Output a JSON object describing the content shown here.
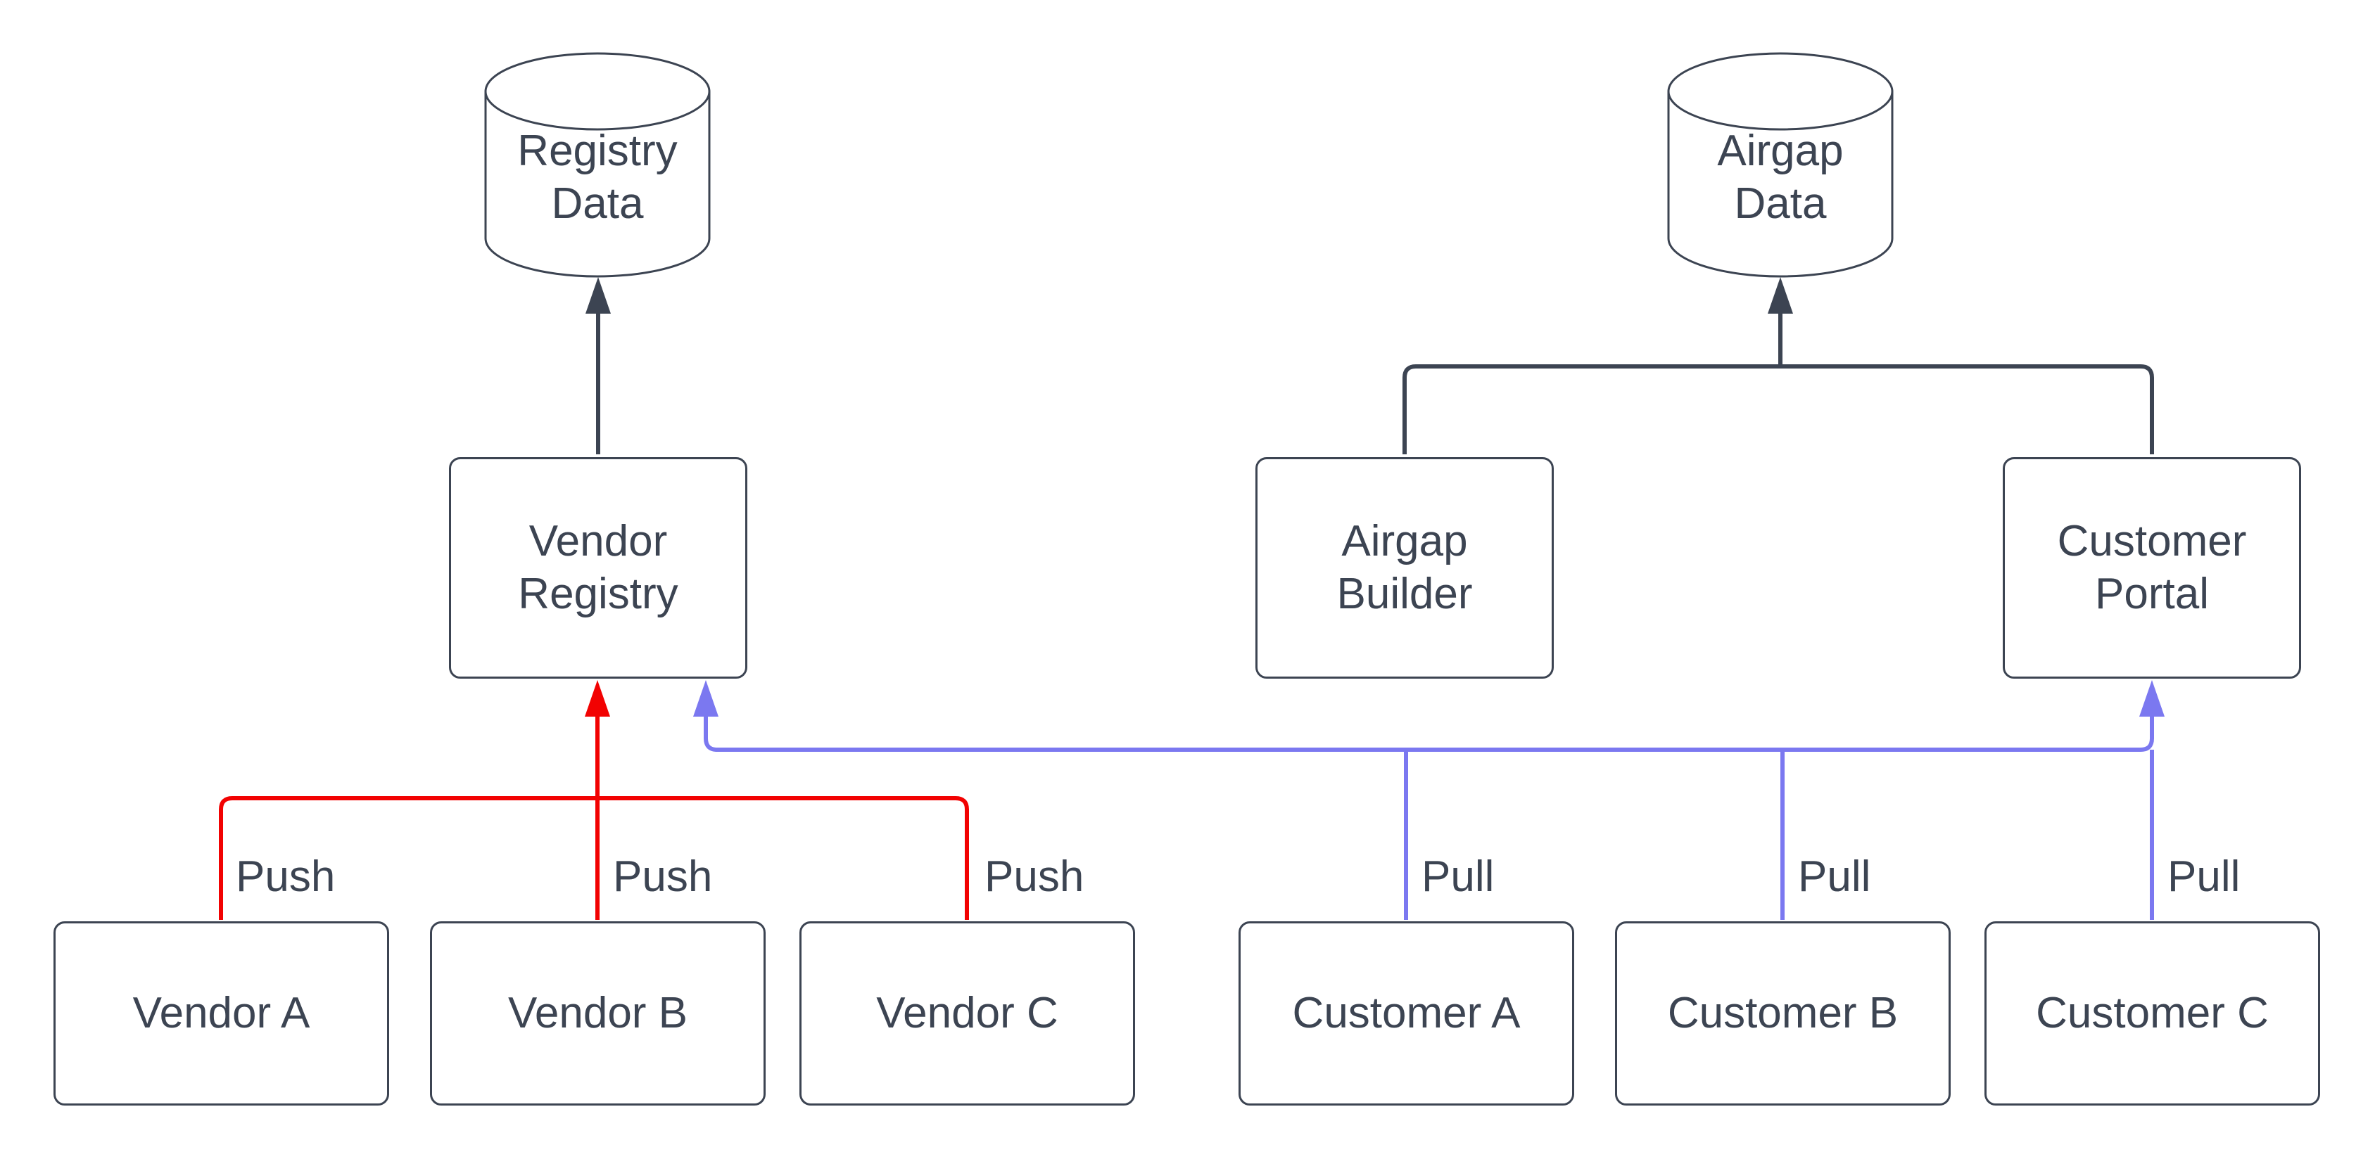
{
  "diagram": {
    "background_color": "#ffffff",
    "colors": {
      "node_stroke": "#3c4452",
      "text": "#3c4452",
      "push_edge": "#f20202",
      "pull_edge": "#7b78f0",
      "data_edge": "#3c4452"
    },
    "datastores": [
      {
        "id": "registry-data",
        "shape": "cylinder",
        "label": "Registry\nData"
      },
      {
        "id": "airgap-data",
        "shape": "cylinder",
        "label": "Airgap\nData"
      }
    ],
    "services": [
      {
        "id": "vendor-registry",
        "label": "Vendor\nRegistry"
      },
      {
        "id": "airgap-builder",
        "label": "Airgap\nBuilder"
      },
      {
        "id": "customer-portal",
        "label": "Customer\nPortal"
      }
    ],
    "actors": [
      {
        "id": "vendor-a",
        "label": "Vendor A"
      },
      {
        "id": "vendor-b",
        "label": "Vendor B"
      },
      {
        "id": "vendor-c",
        "label": "Vendor C"
      },
      {
        "id": "customer-a",
        "label": "Customer A"
      },
      {
        "id": "customer-b",
        "label": "Customer B"
      },
      {
        "id": "customer-c",
        "label": "Customer C"
      }
    ],
    "edge_labels": [
      {
        "id": "push-vendor-a",
        "text": "Push"
      },
      {
        "id": "push-vendor-b",
        "text": "Push"
      },
      {
        "id": "push-vendor-c",
        "text": "Push"
      },
      {
        "id": "pull-customer-a",
        "text": "Pull"
      },
      {
        "id": "pull-customer-b",
        "text": "Pull"
      },
      {
        "id": "pull-customer-c",
        "text": "Pull"
      }
    ],
    "edges": [
      {
        "from": "vendor-registry",
        "to": "registry-data",
        "color": "#3c4452"
      },
      {
        "from": "airgap-builder",
        "to": "airgap-data",
        "color": "#3c4452"
      },
      {
        "from": "customer-portal",
        "to": "airgap-data",
        "color": "#3c4452"
      },
      {
        "from": "vendor-a",
        "to": "vendor-registry",
        "label": "Push",
        "color": "#f20202"
      },
      {
        "from": "vendor-b",
        "to": "vendor-registry",
        "label": "Push",
        "color": "#f20202"
      },
      {
        "from": "vendor-c",
        "to": "vendor-registry",
        "label": "Push",
        "color": "#f20202"
      },
      {
        "from": "customer-a",
        "to": "vendor-registry",
        "label": "Pull",
        "color": "#7b78f0"
      },
      {
        "from": "customer-b",
        "to": "vendor-registry",
        "label": "Pull",
        "color": "#7b78f0"
      },
      {
        "from": "customer-c",
        "to": "vendor-registry",
        "label": "Pull",
        "color": "#7b78f0"
      },
      {
        "from": "customer-a",
        "to": "customer-portal",
        "label": "Pull",
        "color": "#7b78f0"
      },
      {
        "from": "customer-b",
        "to": "customer-portal",
        "label": "Pull",
        "color": "#7b78f0"
      },
      {
        "from": "customer-c",
        "to": "customer-portal",
        "label": "Pull",
        "color": "#7b78f0"
      }
    ]
  }
}
